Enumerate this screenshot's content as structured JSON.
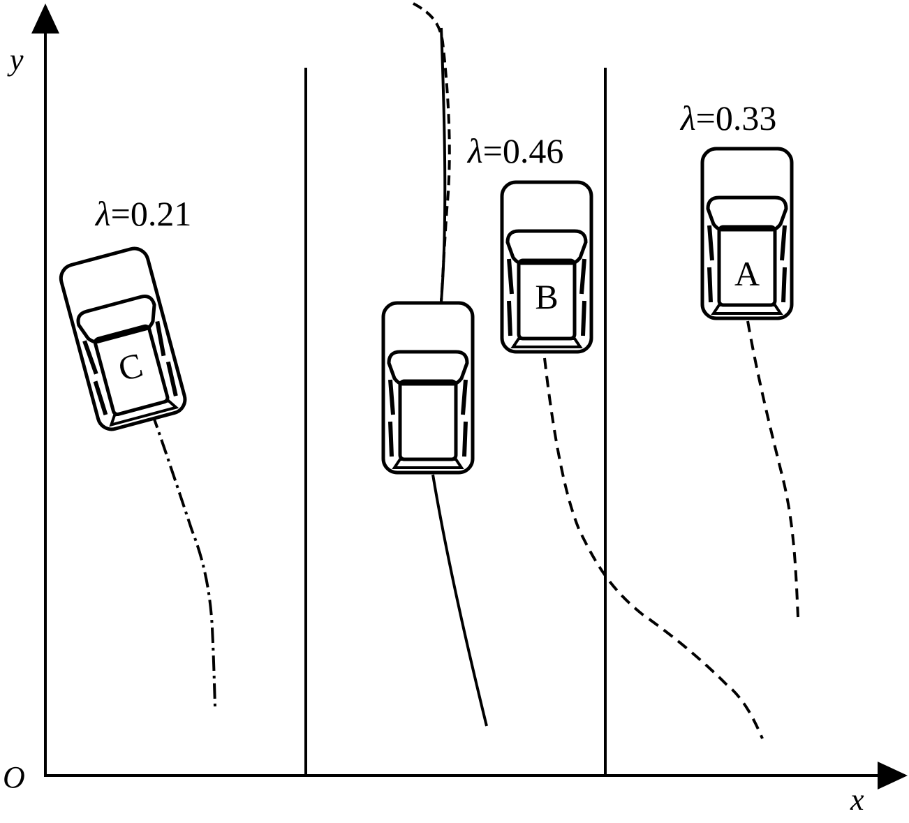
{
  "axes": {
    "origin": "O",
    "x_label": "x",
    "y_label": "y"
  },
  "vehicles": [
    {
      "id": "A",
      "label": "A",
      "lambda_symbol": "λ",
      "lambda_value": "=0.33"
    },
    {
      "id": "B",
      "label": "B",
      "lambda_symbol": "λ",
      "lambda_value": "=0.46"
    },
    {
      "id": "C",
      "label": "C",
      "lambda_symbol": "λ",
      "lambda_value": "=0.21"
    },
    {
      "id": "ego",
      "label": ""
    }
  ],
  "colors": {
    "stroke": "#000000",
    "background": "#ffffff"
  }
}
